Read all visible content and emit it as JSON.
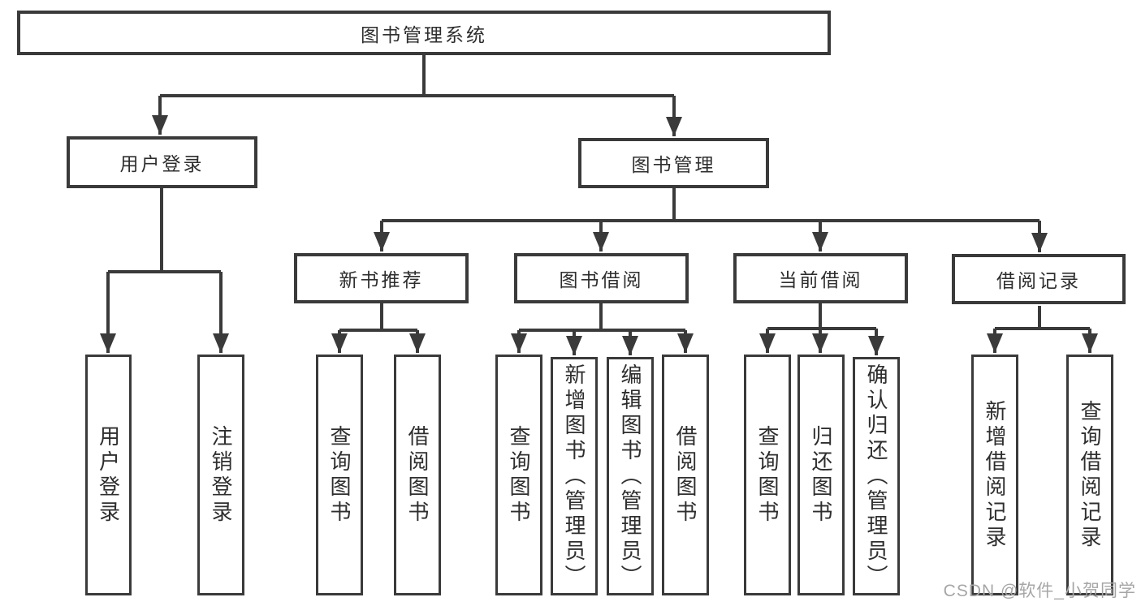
{
  "colors": {
    "bg": "#ffffff",
    "line": "#3a3a3a",
    "text": "#2e2e2e",
    "watermark": "#a6a6a6"
  },
  "root": {
    "label": "图书管理系统"
  },
  "branches": {
    "user_login": {
      "label": "用户登录",
      "children": {
        "login": {
          "label": "用户登录"
        },
        "logout": {
          "label": "注销登录"
        }
      }
    },
    "book_mgmt": {
      "label": "图书管理",
      "sections": {
        "new_book": {
          "label": "新书推荐",
          "children": {
            "query": {
              "label": "查询图书"
            },
            "borrow": {
              "label": "借阅图书"
            }
          }
        },
        "borrowing": {
          "label": "图书借阅",
          "children": {
            "query": {
              "label": "查询图书"
            },
            "add": {
              "label": "新增图书（管理员）"
            },
            "edit": {
              "label": "编辑图书（管理员）"
            },
            "borrow": {
              "label": "借阅图书"
            }
          }
        },
        "current": {
          "label": "当前借阅",
          "children": {
            "query": {
              "label": "查询图书"
            },
            "return": {
              "label": "归还图书"
            },
            "confirm": {
              "label": "确认归还（管理员）"
            }
          }
        },
        "records": {
          "label": "借阅记录",
          "children": {
            "add": {
              "label": "新增借阅记录"
            },
            "query": {
              "label": "查询借阅记录"
            }
          }
        }
      }
    }
  },
  "watermark": {
    "text": "CSDN @软件_小贺同学"
  }
}
